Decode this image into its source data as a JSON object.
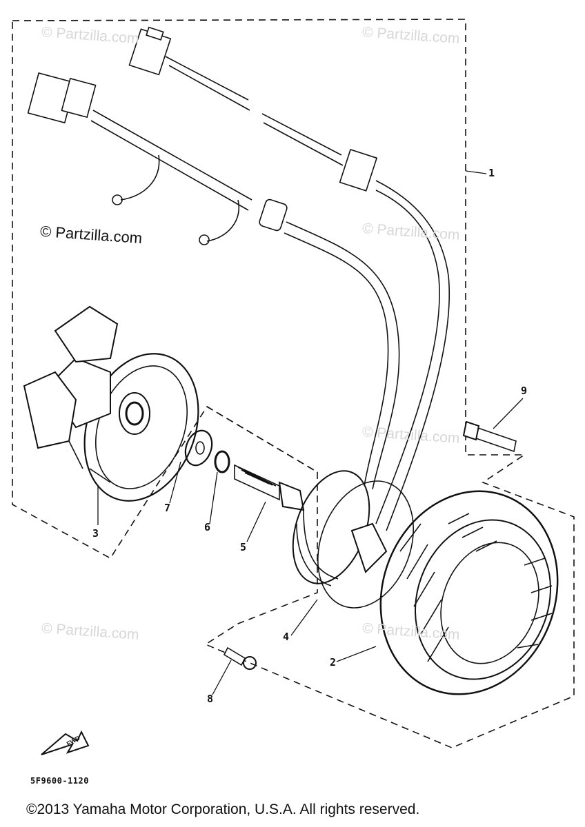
{
  "watermarks": [
    "© Partzilla.com",
    "© Partzilla.com",
    "© Partzilla.com",
    "© Partzilla.com",
    "© Partzilla.com",
    "© Partzilla.com"
  ],
  "watermark_main": "© Partzilla.com",
  "callouts": [
    "1",
    "2",
    "3",
    "4",
    "5",
    "6",
    "7",
    "8",
    "9"
  ],
  "forward_label": "FWD",
  "diagram_code": "5F9600-1120",
  "copyright": "©2013 Yamaha Motor Corporation, U.S.A. All rights reserved."
}
